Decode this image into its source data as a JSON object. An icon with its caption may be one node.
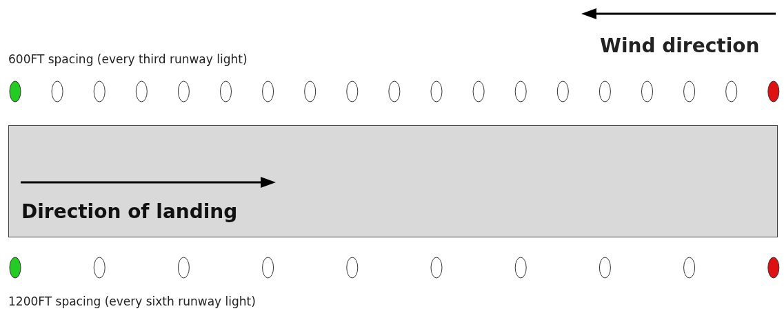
{
  "diagram": {
    "nodes": [
      {
        "text": [
          "Direction of landing"
        ]
      }
    ],
    "labels": [
      "600FT spacing (every third runway light)",
      "Wind direction",
      "1200FT spacing (every sixth runway light)"
    ]
  }
}
